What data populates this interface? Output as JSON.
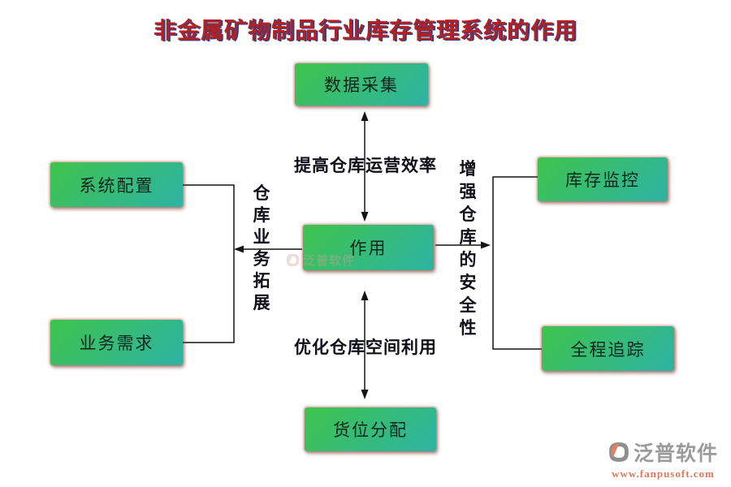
{
  "title": "非金属矿物制品行业库存管理系统的作用",
  "nodes": {
    "center": "作用",
    "top": "数据采集",
    "bottom": "货位分配",
    "left_top": "系统配置",
    "left_bottom": "业务需求",
    "right_top": "库存监控",
    "right_bottom": "全程追踪"
  },
  "edge_labels": {
    "top": "提高仓库运营效率",
    "bottom": "优化仓库空间利用",
    "left_vertical": "仓\n库\n业\n务\n拓\n展",
    "right_vertical": "增\n强\n仓\n库\n的\n安\n全\n性"
  },
  "watermark": "泛普软件",
  "logo": {
    "name": "泛普软件",
    "url": "www.fanpusoft.com"
  },
  "colors": {
    "node_gradient_start": "#3ec44c",
    "node_gradient_end": "#2db3a4",
    "title_red": "#b42121",
    "title_blue": "#2c3f90",
    "line": "#141414",
    "logo_gray": "#9b9b9b",
    "logo_orange": "#e0795c"
  }
}
